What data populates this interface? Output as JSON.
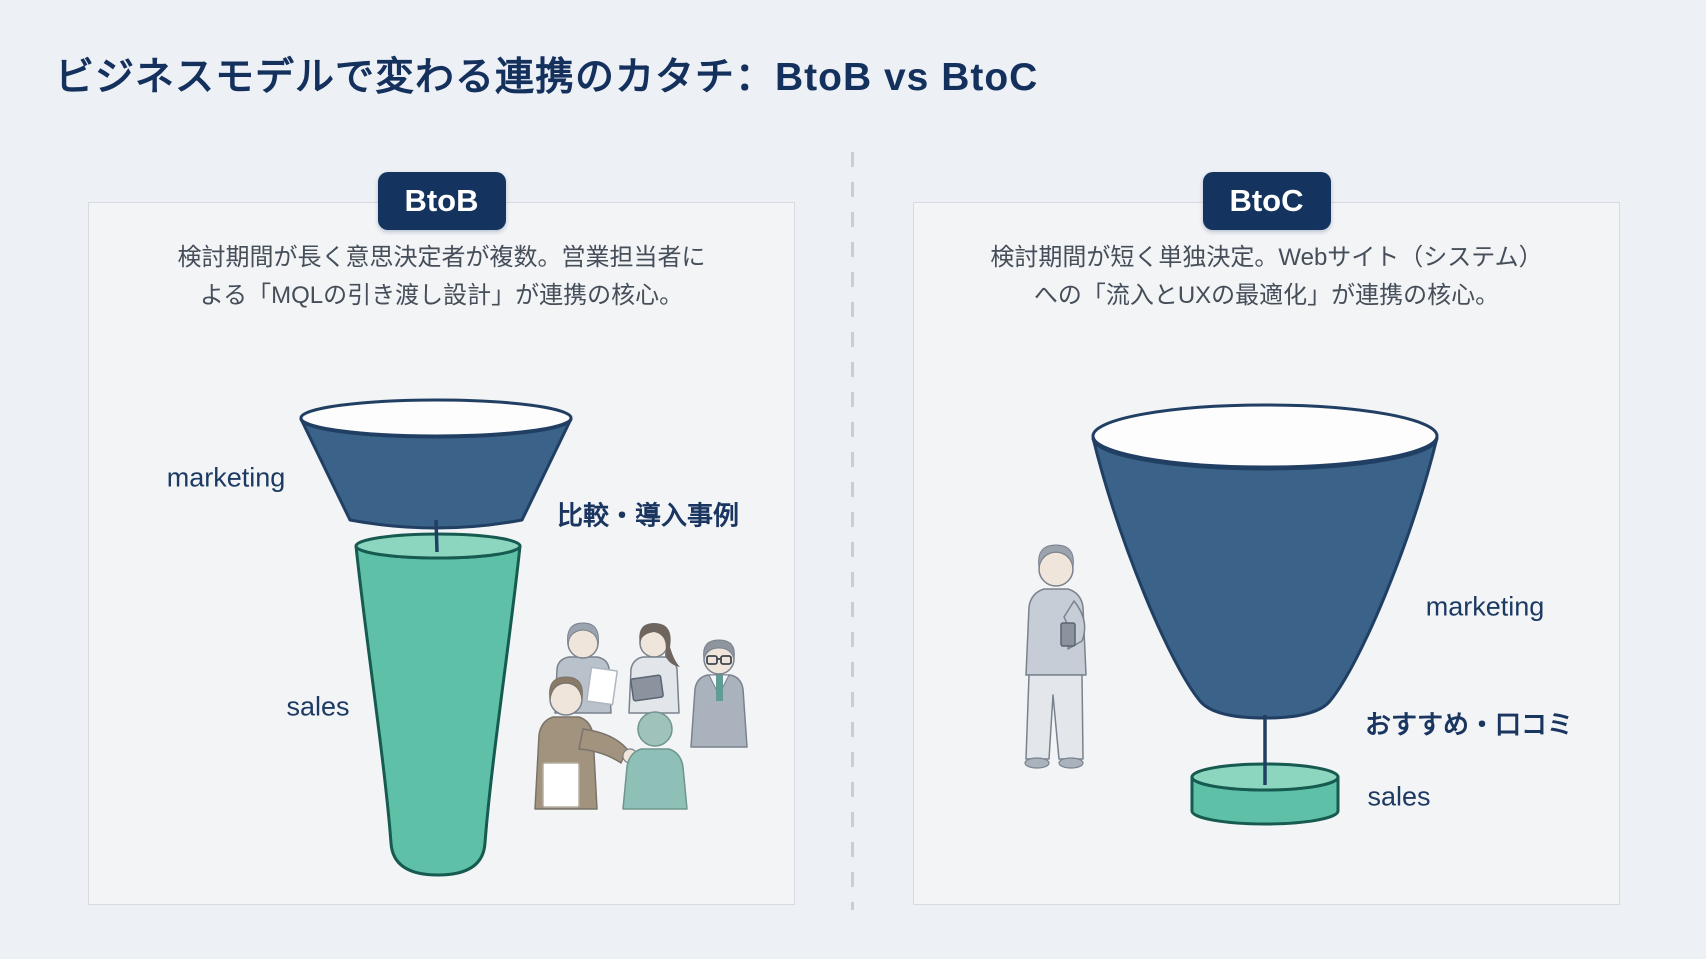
{
  "title": "ビジネスモデルで変わる連携のカタチ：BtoB vs BtoC",
  "btob": {
    "badge": "BtoB",
    "description": [
      "検討期間が長く意思決定者が複数。営業担当者に",
      "よる「MQLの引き渡し設計」が連携の核心。"
    ],
    "funnel_top_label": "marketing",
    "funnel_bottom_label": "sales",
    "annotation": "比較・導入事例"
  },
  "btoc": {
    "badge": "BtoC",
    "description": [
      "検討期間が短く単独決定。Webサイト（システム）",
      "への「流入とUXの最適化」が連携の核心。"
    ],
    "funnel_top_label": "marketing",
    "funnel_bottom_label": "sales",
    "annotation": "おすすめ・口コミ"
  },
  "colors": {
    "page_bg": "#edf0f5",
    "panel_bg": "#f2f4f6",
    "panel_border": "#d7dbe0",
    "badge_bg": "#14335e",
    "badge_text": "#ffffff",
    "title_text": "#14305c",
    "description_text": "#454e59",
    "label_text": "#1d3a63",
    "annotation_text": "#1a3560",
    "funnel_fill": "#3b6389",
    "funnel_stroke": "#203f63",
    "funnel_mouth": "#ffffff",
    "sales_teal_fill": "#5fc0a8",
    "sales_teal_top": "#8cd5bf",
    "sales_teal_stroke": "#175a50",
    "divider_dash": "#c9ced6"
  }
}
